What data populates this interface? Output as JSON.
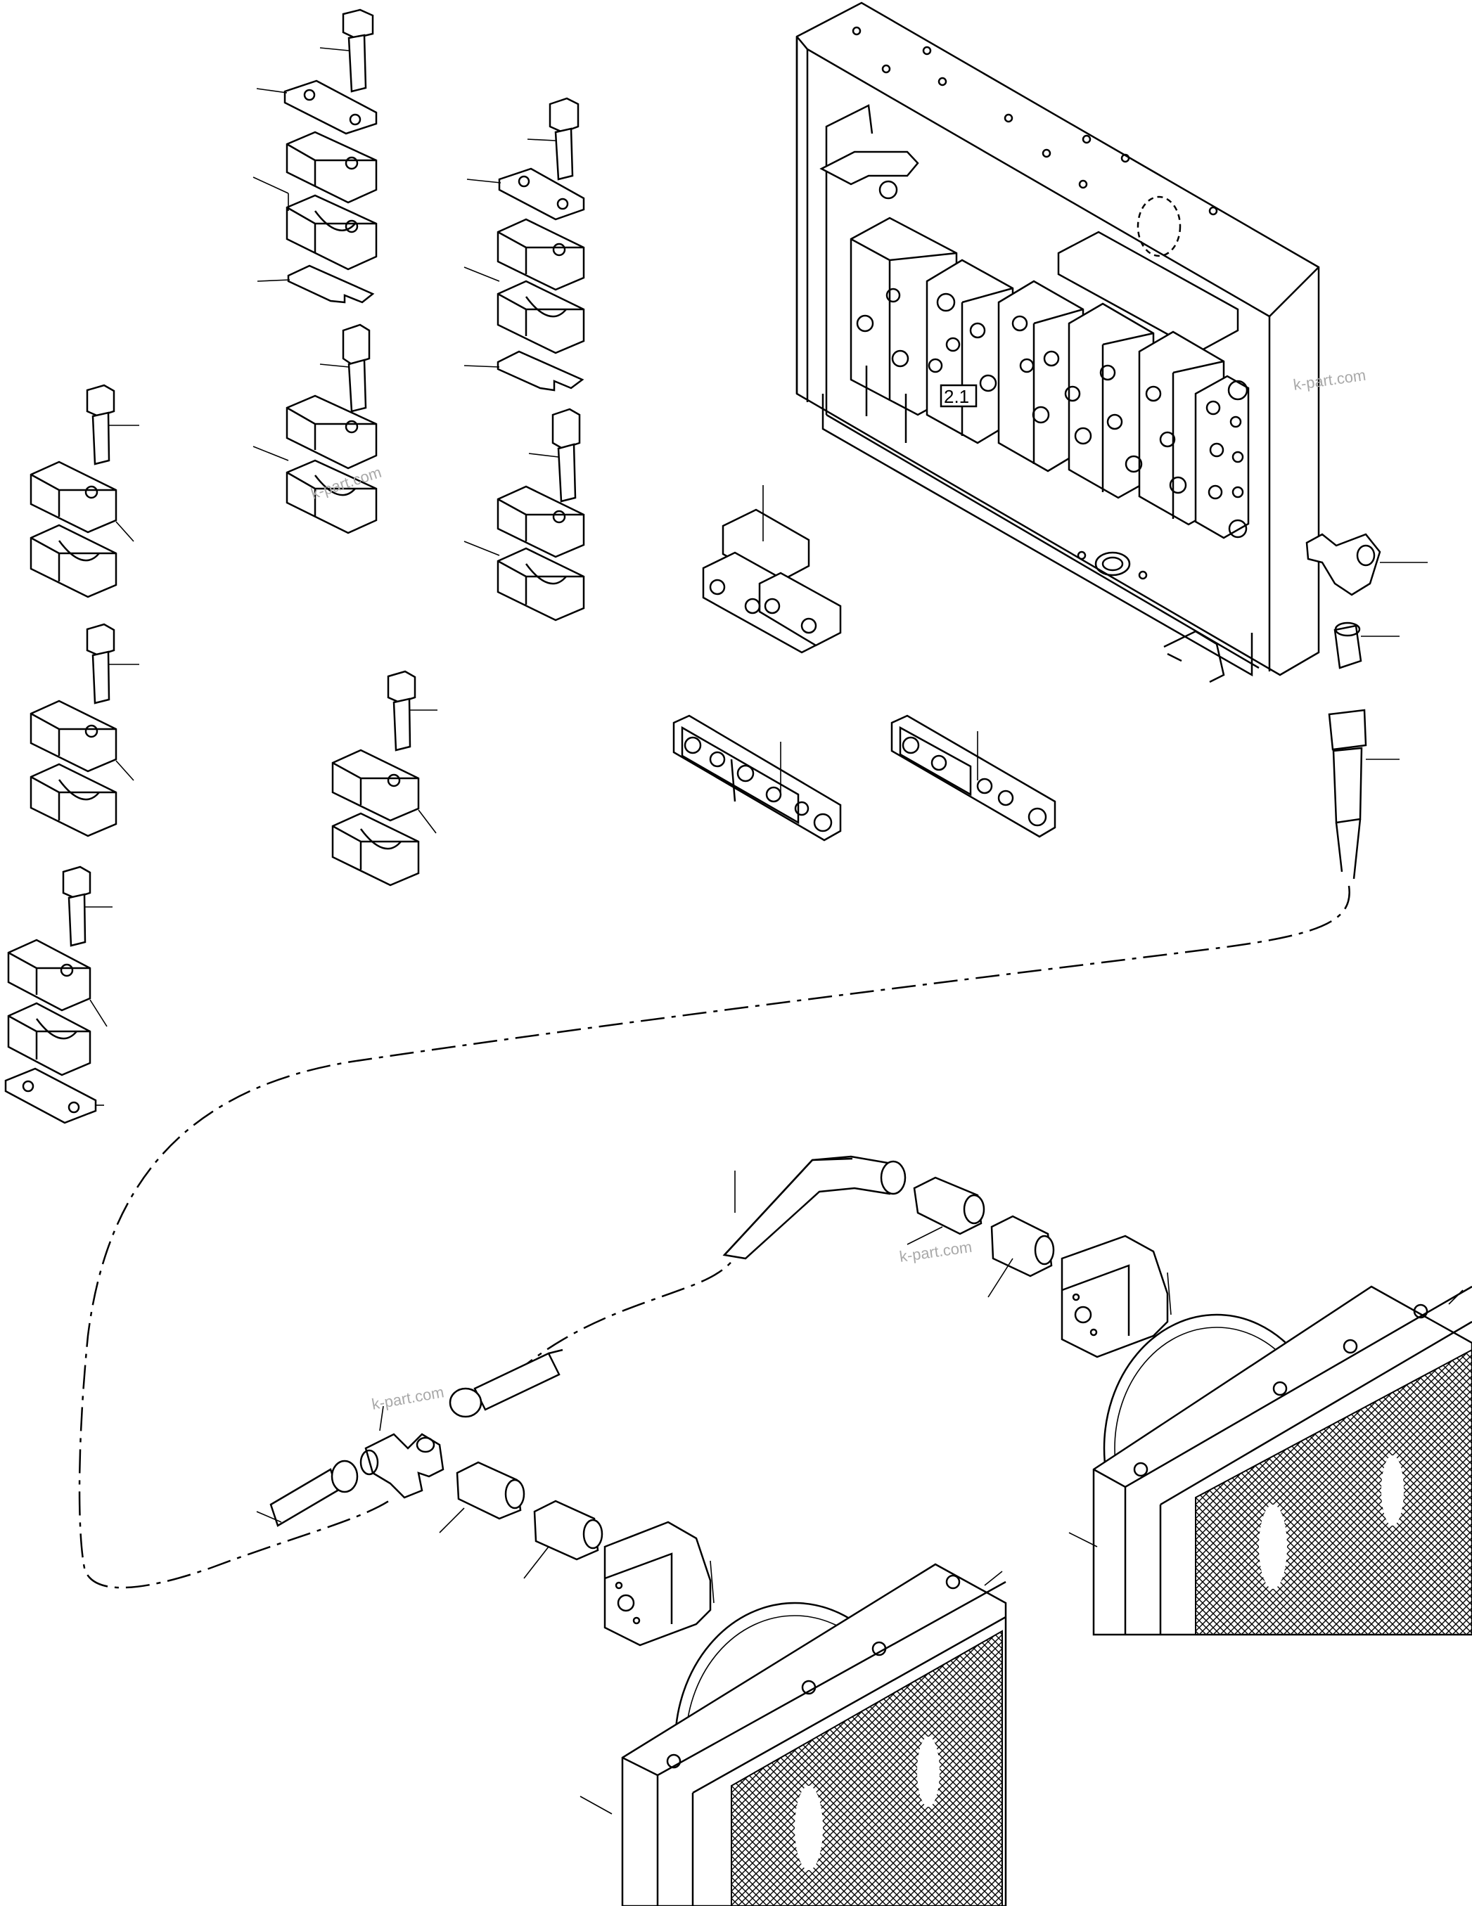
{
  "diagram": {
    "reference_label": "2.1",
    "watermarks": [
      "k-part.com",
      "k-part.com",
      "k-part.com",
      "k-part.com"
    ]
  }
}
